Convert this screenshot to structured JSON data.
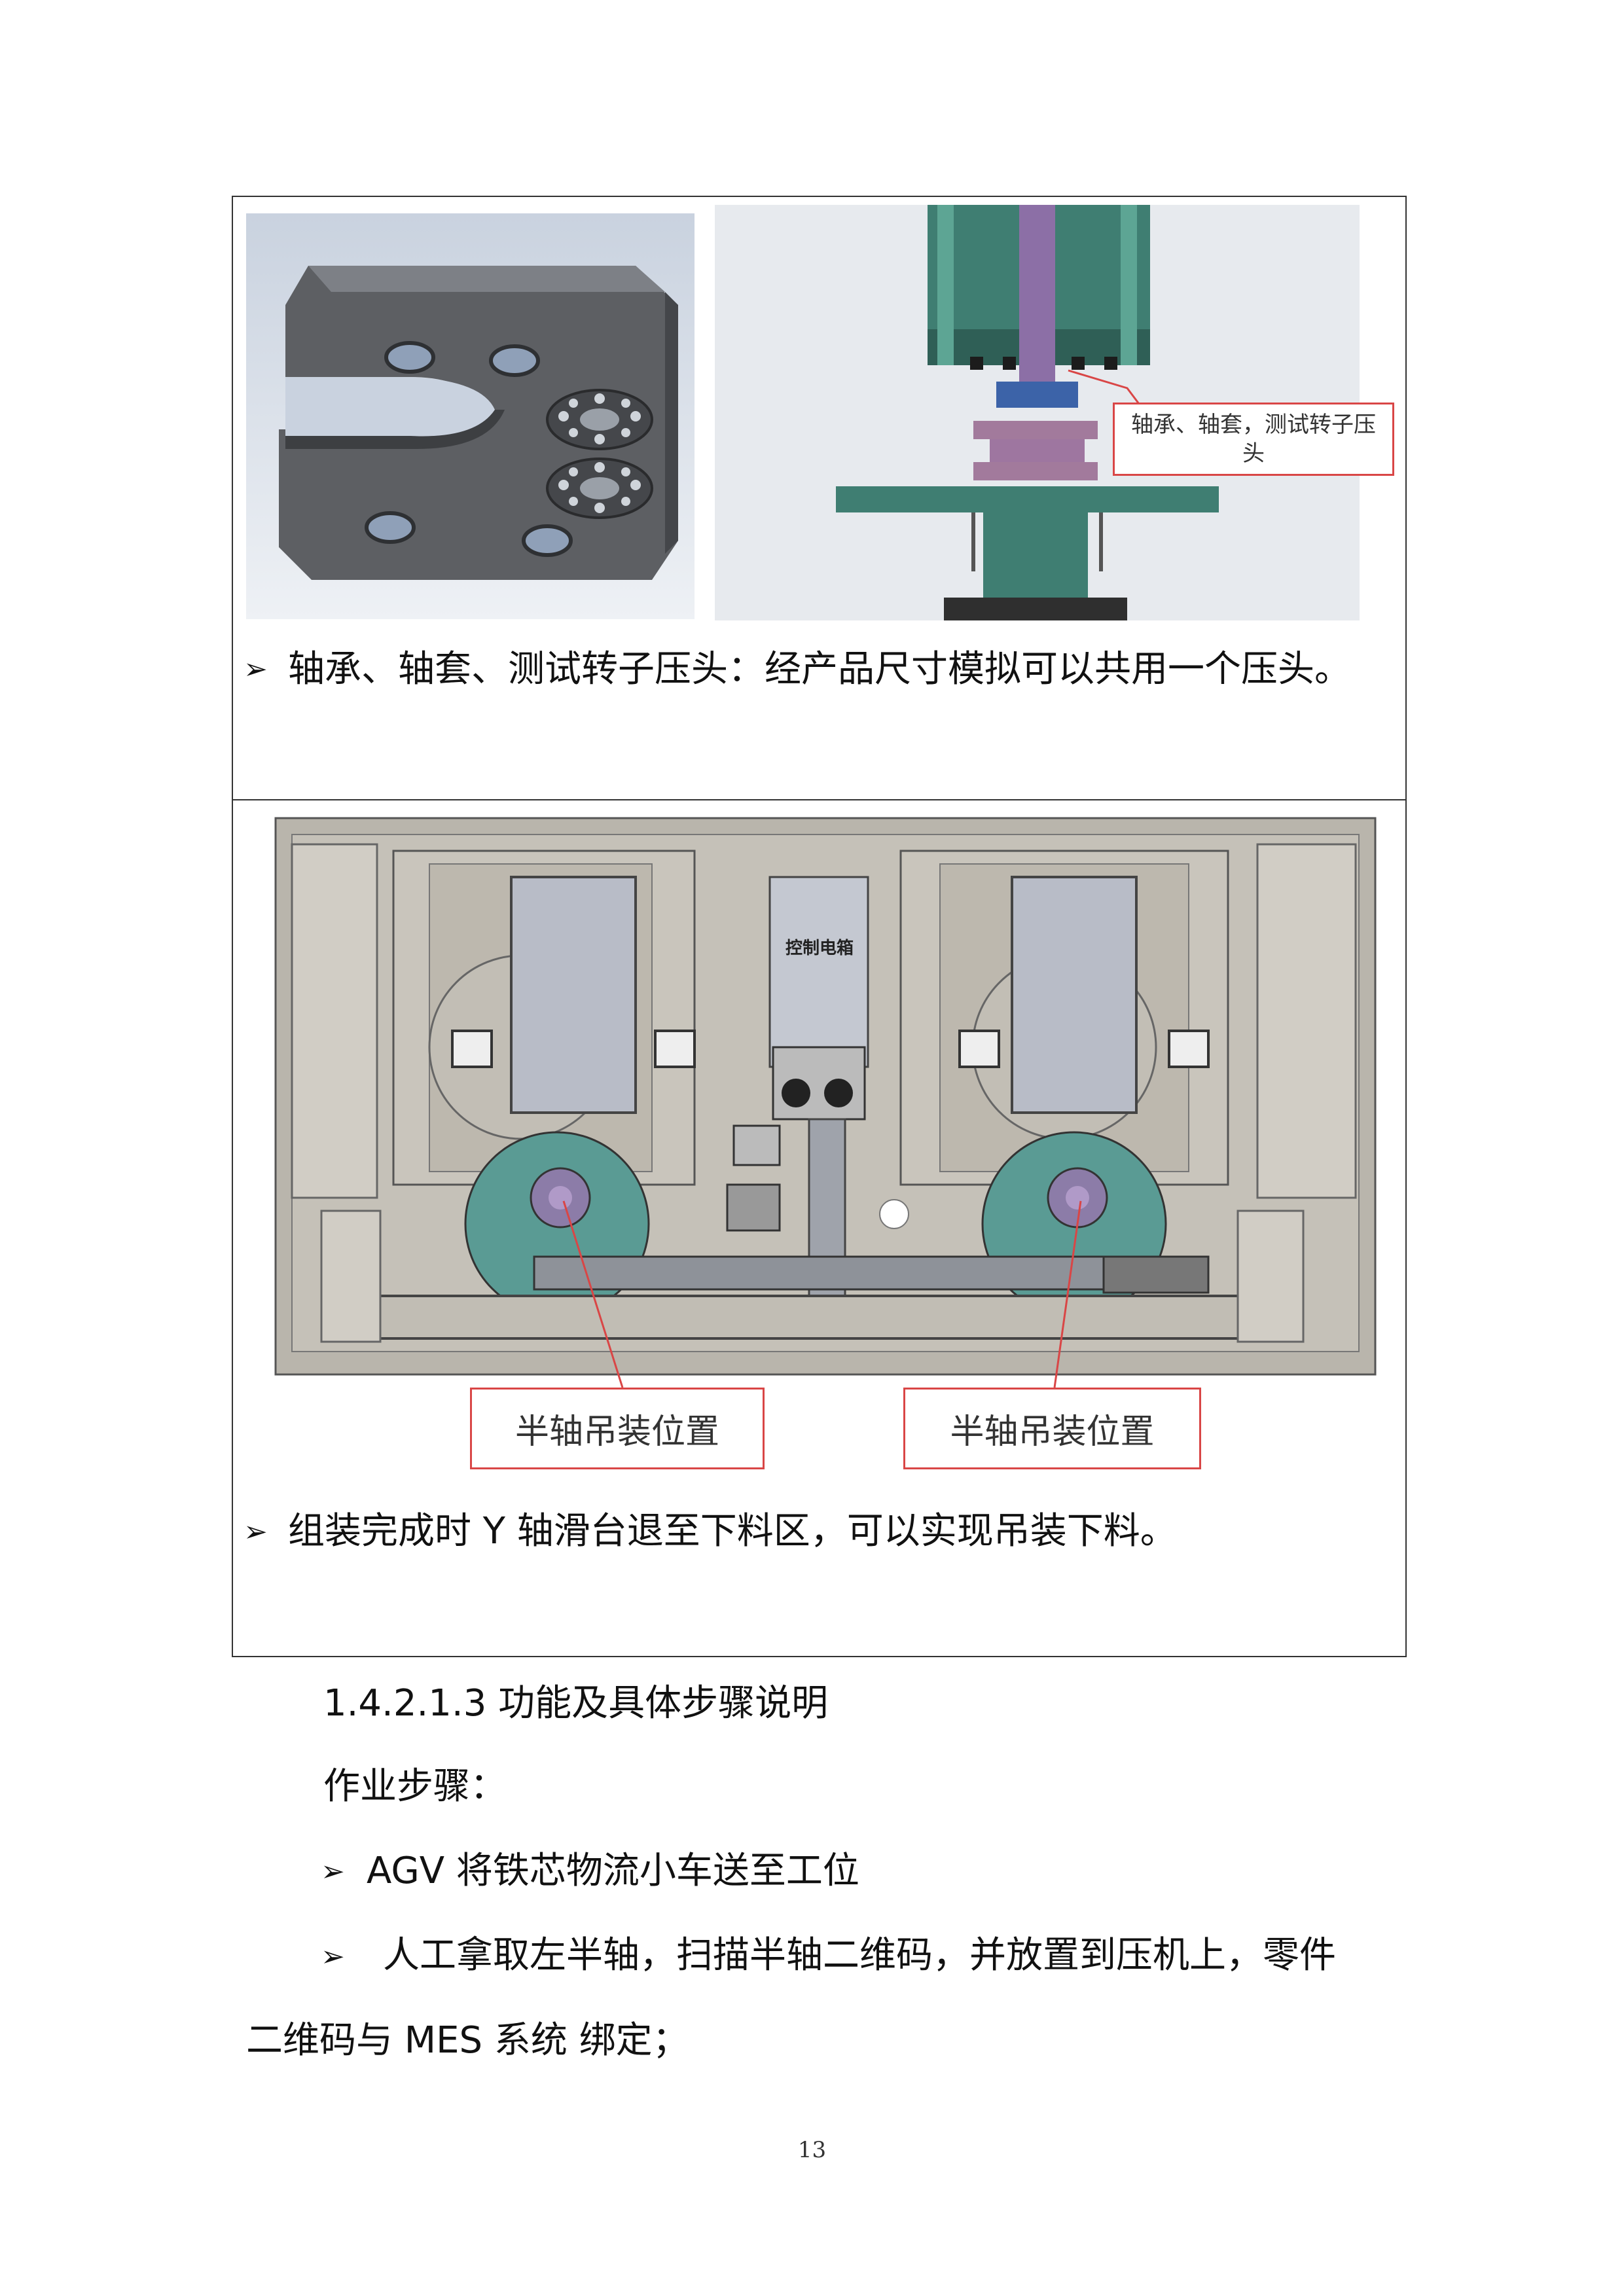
{
  "figures": {
    "press_head_label": "轴承、轴套，测试转子压头",
    "control_box_label": "控制电箱",
    "half_shaft_label_left": "半轴吊装位置",
    "half_shaft_label_right": "半轴吊装位置"
  },
  "table": {
    "row1_bullet": "➢",
    "row1_text": "轴承、轴套、测试转子压头：经产品尺寸模拟可以共用一个压头。",
    "row2_bullet": "➢",
    "row2_text": "组装完成时 Y 轴滑台退至下料区，可以实现吊装下料。"
  },
  "body": {
    "heading": "1.4.2.1.3 功能及具体步骤说明",
    "steps_title": "作业步骤：",
    "step1_bullet": "➢",
    "step1": "AGV 将铁芯物流小车送至工位",
    "step2_bullet": "➢",
    "step2_line1": "人工拿取左半轴，扫描半轴二维码，并放置到压机上，零件",
    "step2_line2": "二维码与 MES 系统 绑定；"
  },
  "page_number": "13"
}
